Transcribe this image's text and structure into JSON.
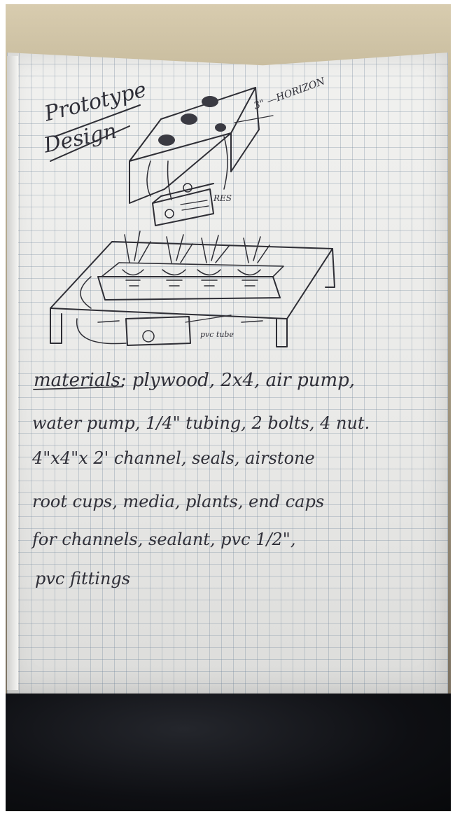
{
  "page": {
    "title_line_1": "Prototype",
    "title_line_2": "Design",
    "label_horizon": "3\" —HORIZON",
    "label_res": "RES",
    "label_pvc": "pvc tube"
  },
  "materials": {
    "lines": [
      "materials: plywood, 2x4, air pump,",
      "water pump, 1/4\" tubing, 2 bolts, 4 nut.",
      "4\"x4\"x 2' channel, seals, airstone",
      "root cups, media, plants, end caps",
      "for channels, sealant, pvc 1/2\",",
      "pvc fittings"
    ]
  },
  "colors": {
    "ink": "#2e2e35",
    "paper": "#efefed",
    "grid": "#9aa8b8"
  }
}
